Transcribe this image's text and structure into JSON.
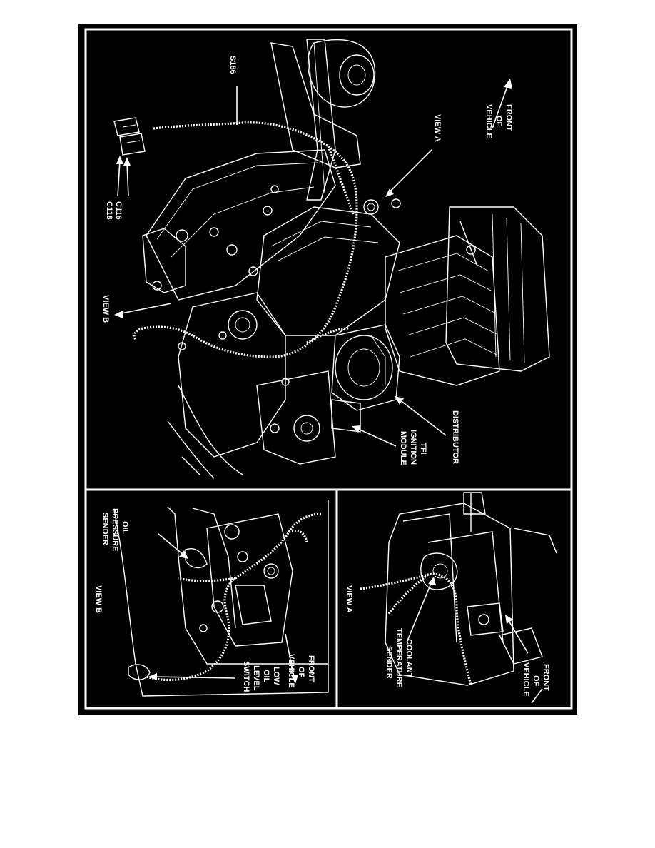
{
  "figure": {
    "background": "#000000",
    "line_color": "#ffffff",
    "page_color": "#ffffff"
  },
  "main_view": {
    "labels": {
      "s186": "S186",
      "c116": "C116",
      "c118": "C118",
      "view_a_ref": "VIEW A",
      "view_b_ref": "VIEW B",
      "front_1": "FRONT",
      "front_2": "OF",
      "front_3": "VEHICLE",
      "distributor": "DISTRIBUTOR",
      "tfi_1": "TFI",
      "tfi_2": "IGNITION",
      "tfi_3": "MODULE"
    }
  },
  "view_b": {
    "title": "VIEW B",
    "labels": {
      "oil_1": "OIL",
      "oil_2": "PRESSURE",
      "oil_3": "SENDER",
      "front_1": "FRONT",
      "front_2": "OF",
      "front_3": "VEHICLE",
      "low_1": "LOW",
      "low_2": "OIL",
      "low_3": "LEVEL",
      "low_4": "SWITCH"
    }
  },
  "view_a": {
    "title": "VIEW A",
    "labels": {
      "coolant_1": "COOLANT",
      "coolant_2": "TEMPERATURE",
      "coolant_3": "SENDER",
      "front_1": "FRONT",
      "front_2": "OF",
      "front_3": "VEHICLE"
    }
  }
}
